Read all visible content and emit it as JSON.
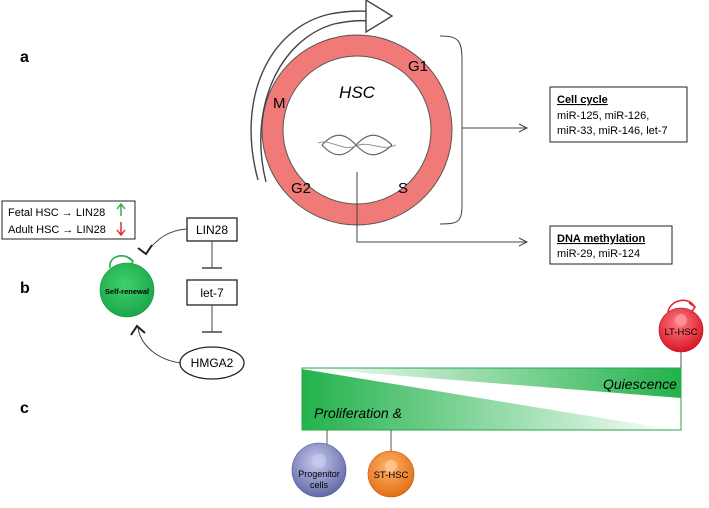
{
  "panels": {
    "a": "a",
    "b": "b",
    "c": "c"
  },
  "cycle": {
    "center_label": "HSC",
    "phases": {
      "g1": "G1",
      "s": "S",
      "g2": "G2",
      "m": "M"
    }
  },
  "cell_cycle_box": {
    "title": "Cell cycle",
    "lines": [
      "miR-125, miR-126,",
      "miR-33, miR-146, let-7"
    ]
  },
  "dna_methylation_box": {
    "title": "DNA methylation",
    "lines": [
      "miR-29, miR-124"
    ]
  },
  "lin28_regulation": {
    "fetal": "Fetal HSC → LIN28",
    "adult": "Adult HSC → LIN28",
    "fetal_arrow": "up",
    "adult_arrow": "down"
  },
  "pathway": {
    "lin28": "LIN28",
    "let7": "let-7",
    "hmga2": "HMGA2",
    "self_renewal": "Self-renewal"
  },
  "gradient_bar": {
    "quiescence": "Quiescence",
    "proliferation": "Proliferation &"
  },
  "cells": {
    "lt_hsc": "LT-HSC",
    "st_hsc": "ST-HSC",
    "progenitor": [
      "Progenitor",
      "cells"
    ]
  },
  "colors": {
    "cycle_ring": "#f07a78",
    "self_renewal": "#20b04e",
    "gradient_green": "#22b24b",
    "lt_hsc": "#e8232e",
    "st_hsc": "#ee7c1f",
    "progenitor": "#7a7fb8",
    "arrow_up": "#22aa44",
    "arrow_down": "#e02020"
  }
}
